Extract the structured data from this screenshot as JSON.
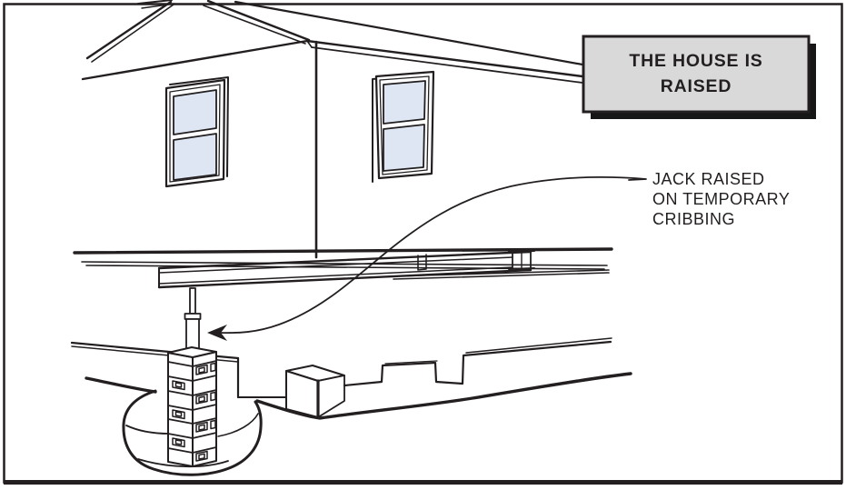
{
  "callout_box": {
    "line1": "THE HOUSE IS",
    "line2": "RAISED"
  },
  "label": {
    "line1": "JACK RAISED",
    "line2": "ON TEMPORARY",
    "line3": "CRIBBING"
  },
  "colors": {
    "line": "#231f20",
    "callout_fill": "#d9d9d9",
    "callout_shadow": "#161616",
    "window_glass": "#dde6f2",
    "background": "#ffffff"
  }
}
